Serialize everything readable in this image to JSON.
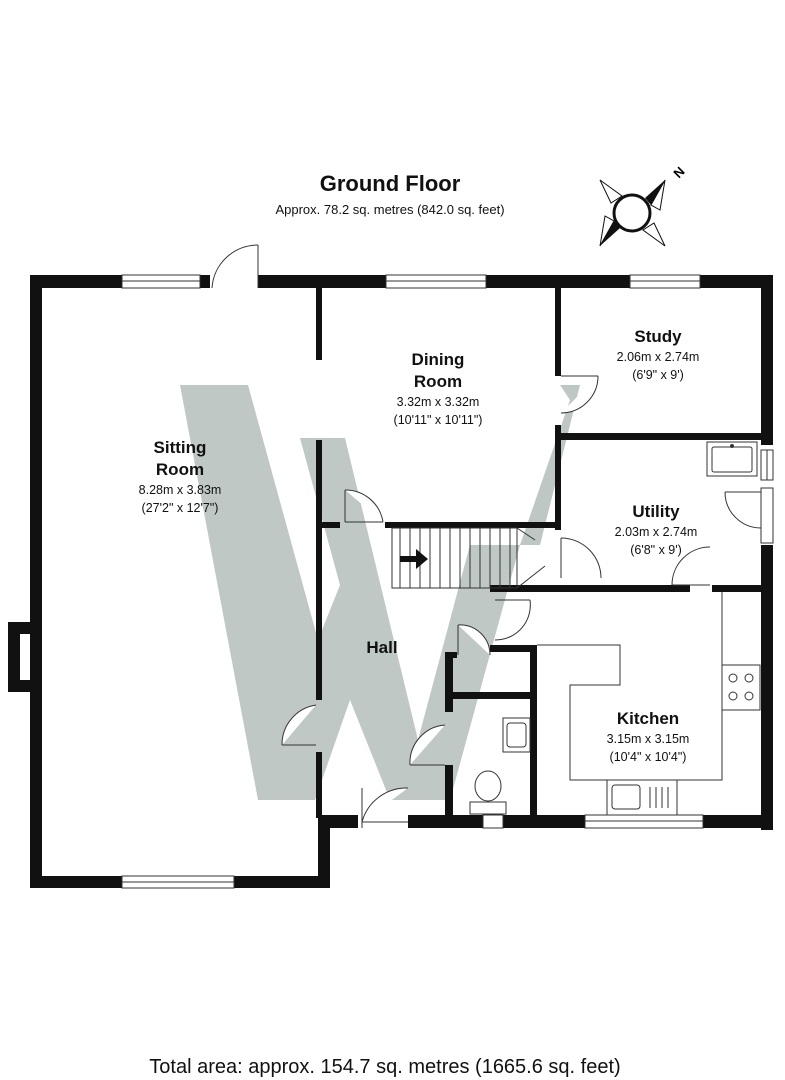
{
  "header": {
    "title": "Ground Floor",
    "subtitle": "Approx. 78.2 sq. metres (842.0 sq. feet)"
  },
  "compass": {
    "north_label": "N"
  },
  "rooms": {
    "sitting": {
      "name_line1": "Sitting",
      "name_line2": "Room",
      "metric": "8.28m x 3.83m",
      "imperial": "(27'2\" x 12'7\")"
    },
    "dining": {
      "name_line1": "Dining",
      "name_line2": "Room",
      "metric": "3.32m x 3.32m",
      "imperial": "(10'11\" x 10'11\")"
    },
    "study": {
      "name": "Study",
      "metric": "2.06m x 2.74m",
      "imperial": "(6'9\" x 9')"
    },
    "utility": {
      "name": "Utility",
      "metric": "2.03m x 2.74m",
      "imperial": "(6'8\" x 9')"
    },
    "hall": {
      "name": "Hall"
    },
    "kitchen": {
      "name": "Kitchen",
      "metric": "3.15m x 3.15m",
      "imperial": "(10'4\" x 10'4\")"
    }
  },
  "footer": {
    "total": "Total area: approx. 154.7 sq. metres (1665.6 sq. feet)"
  },
  "colors": {
    "wall": "#111111",
    "watermark": "#97a6a1",
    "background": "#ffffff"
  }
}
